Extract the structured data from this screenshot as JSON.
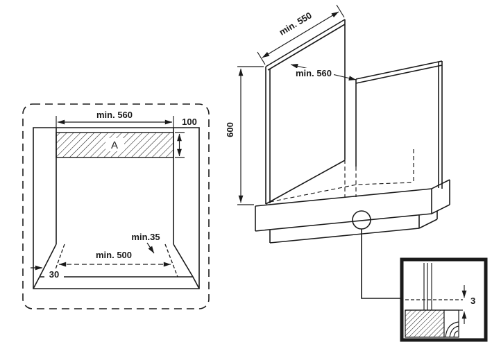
{
  "front_view": {
    "dim_width": "min. 560",
    "dim_vent_height": "100",
    "zone_label": "A",
    "dim_side_clearance": "min.35",
    "dim_cutout_width": "min. 500",
    "dim_front_strip": "30"
  },
  "iso_view": {
    "dim_depth": "min. 550",
    "dim_width": "min. 560",
    "dim_height": "600"
  },
  "detail_view": {
    "dim_gap": "3"
  },
  "colors": {
    "line": "#1a1a1a",
    "background": "#ffffff"
  }
}
